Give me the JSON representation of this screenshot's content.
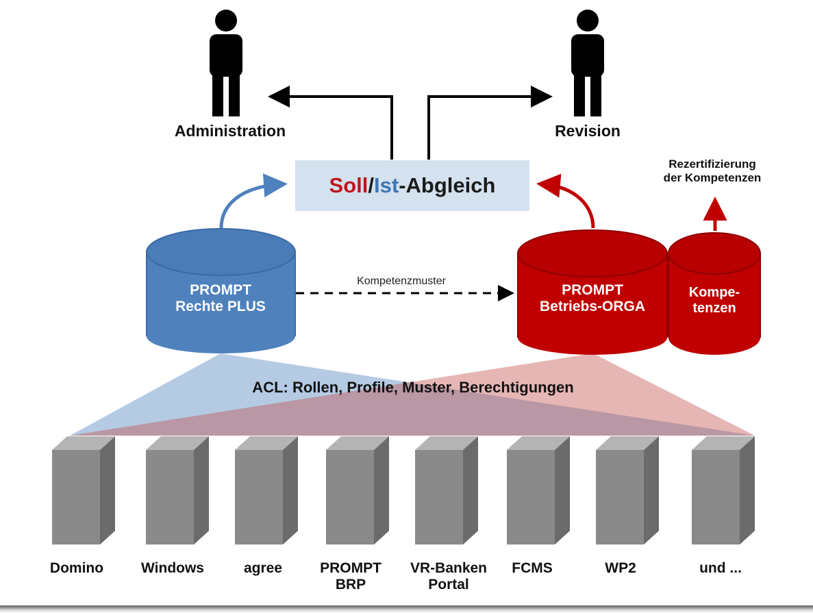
{
  "actors": {
    "left": {
      "label": "Administration",
      "icon": "person-icon"
    },
    "right": {
      "label": "Revision",
      "icon": "person-icon"
    }
  },
  "comparison": {
    "soll": "Soll",
    "slash": "/",
    "ist": "Ist",
    "rest": "-Abgleich"
  },
  "recertification": {
    "line1": "Rezertifizierung",
    "line2": "der Kompetenzen"
  },
  "databases": {
    "rechte": {
      "line1": "PROMPT",
      "line2": "Rechte PLUS"
    },
    "betriebs": {
      "line1": "PROMPT",
      "line2": "Betriebs-ORGA"
    },
    "kompetenzen": {
      "line1": "Kompe-",
      "line2": "tenzen"
    }
  },
  "pattern_flow": {
    "label": "Kompetenzmuster"
  },
  "acl": {
    "label": "ACL: Rollen, Profile, Muster, Berechtigungen"
  },
  "systems": [
    {
      "line1": "Domino",
      "line2": ""
    },
    {
      "line1": "Windows",
      "line2": ""
    },
    {
      "line1": "agree",
      "line2": ""
    },
    {
      "line1": "PROMPT",
      "line2": "BRP"
    },
    {
      "line1": "VR-Banken",
      "line2": "Portal"
    },
    {
      "line1": "FCMS",
      "line2": ""
    },
    {
      "line1": "WP2",
      "line2": ""
    },
    {
      "line1": "und ...",
      "line2": ""
    }
  ],
  "colors": {
    "blue": "#4f81bd",
    "blue_dark": "#3a6aa3",
    "red": "#c00000",
    "red_dark": "#8e0000",
    "soll_red": "#c0141c",
    "ist_blue": "#3e76b3",
    "box_bg": "#d4e1ee",
    "server_front": "#8a8a8a",
    "server_side": "#6b6b6b",
    "server_top": "#b4b4b4"
  }
}
